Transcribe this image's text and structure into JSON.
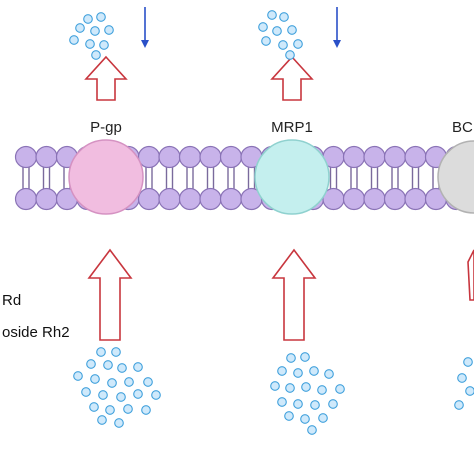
{
  "transporters": [
    {
      "label": "P-gp",
      "color": "#f1bde0",
      "stroke": "#d592c2"
    },
    {
      "label": "MRP1",
      "color": "#c4efee",
      "stroke": "#8fd1cf"
    },
    {
      "label": "BC",
      "color": "#dcdcdc",
      "stroke": "#b2b2b2"
    }
  ],
  "side_labels": [
    "Rd",
    "oside Rh2"
  ],
  "colors": {
    "lipid_head": "#c8b3ea",
    "lipid_head_stroke": "#8a73b6",
    "lipid_tail": "#7a6a9c",
    "molecule": "#cfe9fb",
    "molecule_stroke": "#3fa0dc",
    "arrow_outline": "#c8363e",
    "efflux_arrow": "#2a50c8"
  },
  "icons": {
    "hollow_arrow": "hollow-up-arrow-icon",
    "efflux_arrow": "down-arrow-icon",
    "molecule": "molecule-dot-icon"
  }
}
